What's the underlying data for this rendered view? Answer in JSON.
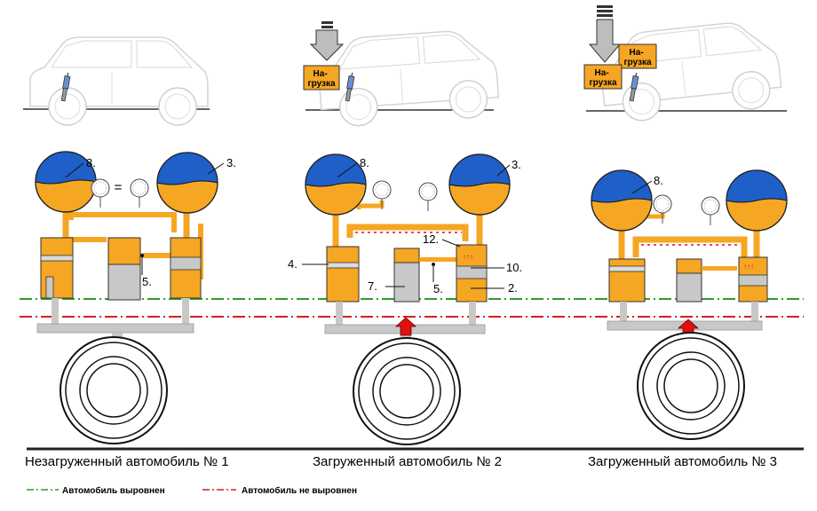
{
  "colors": {
    "accent_orange": "#F5A623",
    "accent_blue": "#1F5FC8",
    "strut_grey": "#C8C8C8",
    "level_ok": "#2E9B2E",
    "level_bad": "#D42020",
    "arrow_red": "#E01010"
  },
  "load_label": "На-\nгрузка",
  "equals_sign": "=",
  "panels": [
    {
      "caption": "Незагруженный автомобиль № 1",
      "callouts": {
        "accum_left": "8.",
        "accum_right": "3.",
        "conduit": "5."
      }
    },
    {
      "caption": "Загруженный автомобиль № 2",
      "callouts": {
        "accum_left": "8.",
        "accum_right": "3.",
        "valve": "12.",
        "left_valve": "4.",
        "strut": "7.",
        "conduit": "5.",
        "right_chamber": "10.",
        "right_cyl": "2."
      }
    },
    {
      "caption": "Загруженный автомобиль № 3",
      "callouts": {
        "accum_left": "8."
      }
    }
  ],
  "legend": {
    "leveled": "Автомобиль выровнен",
    "not_leveled": "Автомобиль не выровнен"
  }
}
